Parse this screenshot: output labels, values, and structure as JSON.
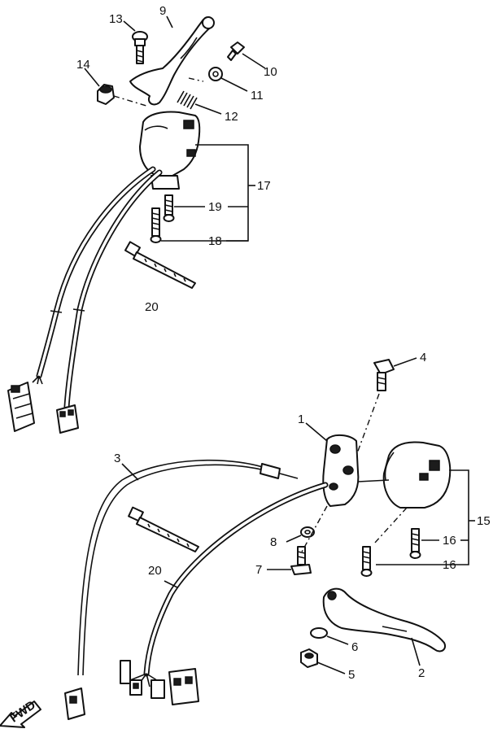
{
  "callouts": {
    "c1": "1",
    "c2": "2",
    "c3": "3",
    "c4": "4",
    "c5": "5",
    "c6": "6",
    "c7": "7",
    "c8": "8",
    "c9": "9",
    "c10": "10",
    "c11": "11",
    "c12": "12",
    "c13": "13",
    "c14": "14",
    "c15": "15",
    "c16a": "16",
    "c16b": "16",
    "c17": "17",
    "c18": "18",
    "c19": "19",
    "c20a": "20",
    "c20b": "20"
  },
  "fwd_label": "FWD"
}
